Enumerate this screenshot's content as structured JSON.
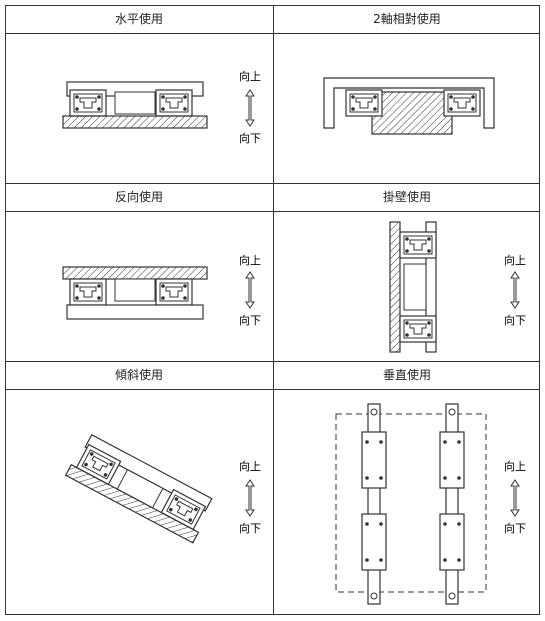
{
  "cells": [
    {
      "title": "水平使用",
      "up": "向上",
      "down": "向下"
    },
    {
      "title": "2軸相對使用"
    },
    {
      "title": "反向使用",
      "up": "向上",
      "down": "向下"
    },
    {
      "title": "掛壁使用",
      "up": "向上",
      "down": "向下"
    },
    {
      "title": "傾斜使用",
      "up": "向上",
      "down": "向下"
    },
    {
      "title": "垂直使用",
      "up": "向上",
      "down": "向下"
    }
  ],
  "colors": {
    "line": "#333333",
    "text": "#222222",
    "background": "#ffffff"
  }
}
